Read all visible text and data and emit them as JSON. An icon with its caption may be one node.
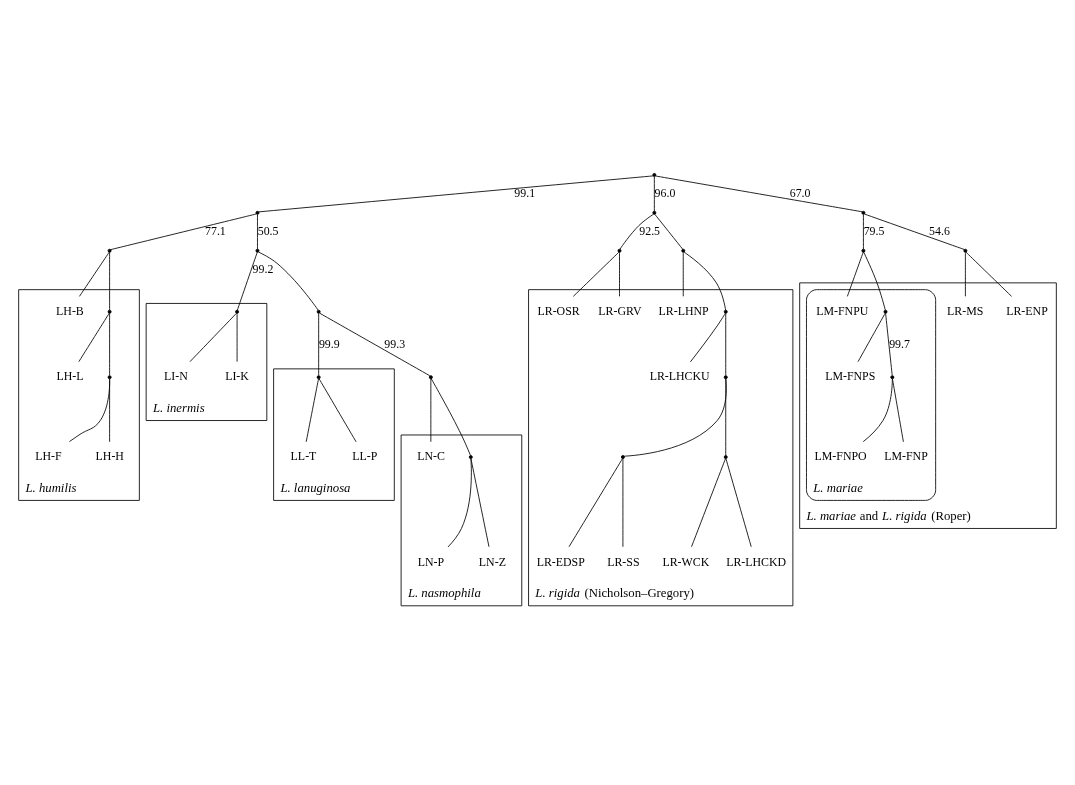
{
  "diagram": {
    "nodes": [
      {
        "text": [
          "*L. rigida* (Nicholson–Gregory)"
        ]
      },
      {
        "text": [
          "LR-EDSP"
        ],
        "in": 0
      },
      {
        "text": [
          "LR-WCK"
        ],
        "in": 0
      },
      {
        "text": [
          "LR-SS"
        ],
        "in": 0
      },
      {
        "text": [
          "LR-LHCKD"
        ],
        "in": 0
      },
      {
        "text": [
          "LR-LHCKU"
        ],
        "in": 0
      },
      {
        "text": [
          "LR-LHNP"
        ],
        "in": 0
      },
      {
        "text": [
          "LR-OSR"
        ],
        "in": 0
      },
      {
        "text": [
          "LR-GRV"
        ],
        "in": 0
      },
      {
        "text": [
          "*L. humilis*"
        ]
      },
      {
        "text": [
          "LH-F"
        ],
        "in": 9
      },
      {
        "text": [
          "LH-L"
        ],
        "in": 9
      },
      {
        "text": [
          "LH-B"
        ],
        "in": 9
      },
      {
        "text": [
          "LH-H"
        ],
        "in": 9
      },
      {
        "text": [
          "*L. inermis*"
        ]
      },
      {
        "text": [
          "LI-N"
        ],
        "in": 14
      },
      {
        "text": [
          "LI-K"
        ],
        "in": 14
      },
      {
        "text": [
          "*L. lanuginosa*"
        ]
      },
      {
        "text": [
          "LL-T"
        ],
        "in": 17
      },
      {
        "text": [
          "LL-P"
        ],
        "in": 17
      },
      {
        "text": [
          "*L. nasmophila*"
        ]
      },
      {
        "text": [
          "LN-C"
        ],
        "in": 20
      },
      {
        "text": [
          "LN-P"
        ],
        "in": 20
      },
      {
        "text": [
          "LN-Z"
        ],
        "in": 20
      },
      {
        "text": [
          "*L. mariae* and *L. rigida* (Roper)"
        ]
      },
      {
        "text": [
          "*L. mariae*"
        ],
        "in": 24
      },
      {
        "text": [
          "LM-FNPU"
        ],
        "in": 25
      },
      {
        "text": [
          "LM-FNPO"
        ],
        "in": 25
      },
      {
        "text": [
          "LM-FNP"
        ],
        "in": 25
      },
      {
        "text": [
          "LM-FNPS"
        ],
        "in": 25
      },
      {
        "text": [
          "LR-MS"
        ],
        "in": 24
      },
      {
        "text": [
          "LR-ENP"
        ],
        "in": 24
      },
      {
        "text": [],
        "shape": "point"
      },
      {
        "text": [],
        "shape": "point"
      },
      {
        "text": [],
        "shape": "point"
      },
      {
        "text": [],
        "shape": "point"
      },
      {
        "text": [],
        "shape": "point"
      },
      {
        "text": [],
        "shape": "point"
      },
      {
        "text": [],
        "shape": "point",
        "in": 0
      },
      {
        "text": [],
        "shape": "point",
        "in": 0
      },
      {
        "text": [],
        "shape": "point",
        "in": 0
      },
      {
        "text": [],
        "shape": "point",
        "in": 0
      },
      {
        "text": [],
        "shape": "point"
      },
      {
        "text": [],
        "shape": "point",
        "in": 9
      },
      {
        "text": [],
        "shape": "point",
        "in": 9
      },
      {
        "text": [],
        "shape": "point"
      },
      {
        "text": [],
        "shape": "point",
        "in": 14
      },
      {
        "text": [],
        "shape": "point"
      },
      {
        "text": [],
        "shape": "point",
        "in": 17
      },
      {
        "text": [],
        "shape": "point"
      },
      {
        "text": [],
        "shape": "point",
        "in": 20
      },
      {
        "text": [],
        "shape": "point"
      },
      {
        "text": [],
        "shape": "point",
        "in": 25
      },
      {
        "text": [],
        "shape": "point",
        "in": 25
      },
      {
        "text": [],
        "shape": "point"
      }
    ],
    "edges": [
      {
        "from": 32,
        "to": 33,
        "arrow": "none",
        "label": "99.1"
      },
      {
        "from": 32,
        "to": 34,
        "arrow": "none",
        "label": "96.0"
      },
      {
        "from": 32,
        "to": 35,
        "arrow": "none",
        "label": "67.0"
      },
      {
        "from": 34,
        "to": 36,
        "arrow": "none",
        "label": "92.5"
      },
      {
        "from": 36,
        "to": 7,
        "arrow": "none"
      },
      {
        "from": 36,
        "to": 8,
        "arrow": "none"
      },
      {
        "from": 34,
        "to": 37,
        "arrow": "none"
      },
      {
        "from": 37,
        "to": 6,
        "arrow": "none"
      },
      {
        "from": 37,
        "to": 38,
        "arrow": "none"
      },
      {
        "from": 38,
        "to": 5,
        "arrow": "none"
      },
      {
        "from": 38,
        "to": 39,
        "arrow": "none"
      },
      {
        "from": 39,
        "to": 40,
        "arrow": "none"
      },
      {
        "from": 40,
        "to": 3,
        "arrow": "none"
      },
      {
        "from": 40,
        "to": 1,
        "arrow": "none"
      },
      {
        "from": 39,
        "to": 41,
        "arrow": "none"
      },
      {
        "from": 41,
        "to": 2,
        "arrow": "none"
      },
      {
        "from": 41,
        "to": 4,
        "arrow": "none"
      },
      {
        "from": 35,
        "to": 51,
        "arrow": "none",
        "label": "79.5"
      },
      {
        "from": 51,
        "to": 26,
        "arrow": "none"
      },
      {
        "from": 51,
        "to": 52,
        "arrow": "none"
      },
      {
        "from": 52,
        "to": 29,
        "arrow": "none"
      },
      {
        "from": 52,
        "to": 53,
        "arrow": "none",
        "label": "99.7"
      },
      {
        "from": 53,
        "to": 27,
        "arrow": "none"
      },
      {
        "from": 53,
        "to": 28,
        "arrow": "none"
      },
      {
        "from": 35,
        "to": 54,
        "arrow": "none",
        "label": "54.6"
      },
      {
        "from": 54,
        "to": 30,
        "arrow": "none"
      },
      {
        "from": 54,
        "to": 31,
        "arrow": "none"
      },
      {
        "from": 33,
        "to": 42,
        "arrow": "none",
        "label": "77.1"
      },
      {
        "from": 42,
        "to": 12,
        "arrow": "none"
      },
      {
        "from": 42,
        "to": 43,
        "arrow": "none"
      },
      {
        "from": 43,
        "to": 11,
        "arrow": "none"
      },
      {
        "from": 43,
        "to": 44,
        "arrow": "none"
      },
      {
        "from": 44,
        "to": 10,
        "arrow": "none"
      },
      {
        "from": 44,
        "to": 13,
        "arrow": "none"
      },
      {
        "from": 33,
        "to": 45,
        "arrow": "none",
        "label": "50.5"
      },
      {
        "from": 45,
        "to": 46,
        "arrow": "none",
        "label": "99.2"
      },
      {
        "from": 46,
        "to": 15,
        "arrow": "none"
      },
      {
        "from": 46,
        "to": 16,
        "arrow": "none"
      },
      {
        "from": 45,
        "to": 47,
        "arrow": "none"
      },
      {
        "from": 47,
        "to": 48,
        "arrow": "none",
        "label": "99.9"
      },
      {
        "from": 48,
        "to": 18,
        "arrow": "none"
      },
      {
        "from": 48,
        "to": 19,
        "arrow": "none"
      },
      {
        "from": 47,
        "to": 49,
        "arrow": "none",
        "label": "99.3"
      },
      {
        "from": 49,
        "to": 21,
        "arrow": "none"
      },
      {
        "from": 49,
        "to": 50,
        "arrow": "none"
      },
      {
        "from": 50,
        "to": 22,
        "arrow": "none"
      },
      {
        "from": 50,
        "to": 23,
        "arrow": "none"
      }
    ]
  }
}
